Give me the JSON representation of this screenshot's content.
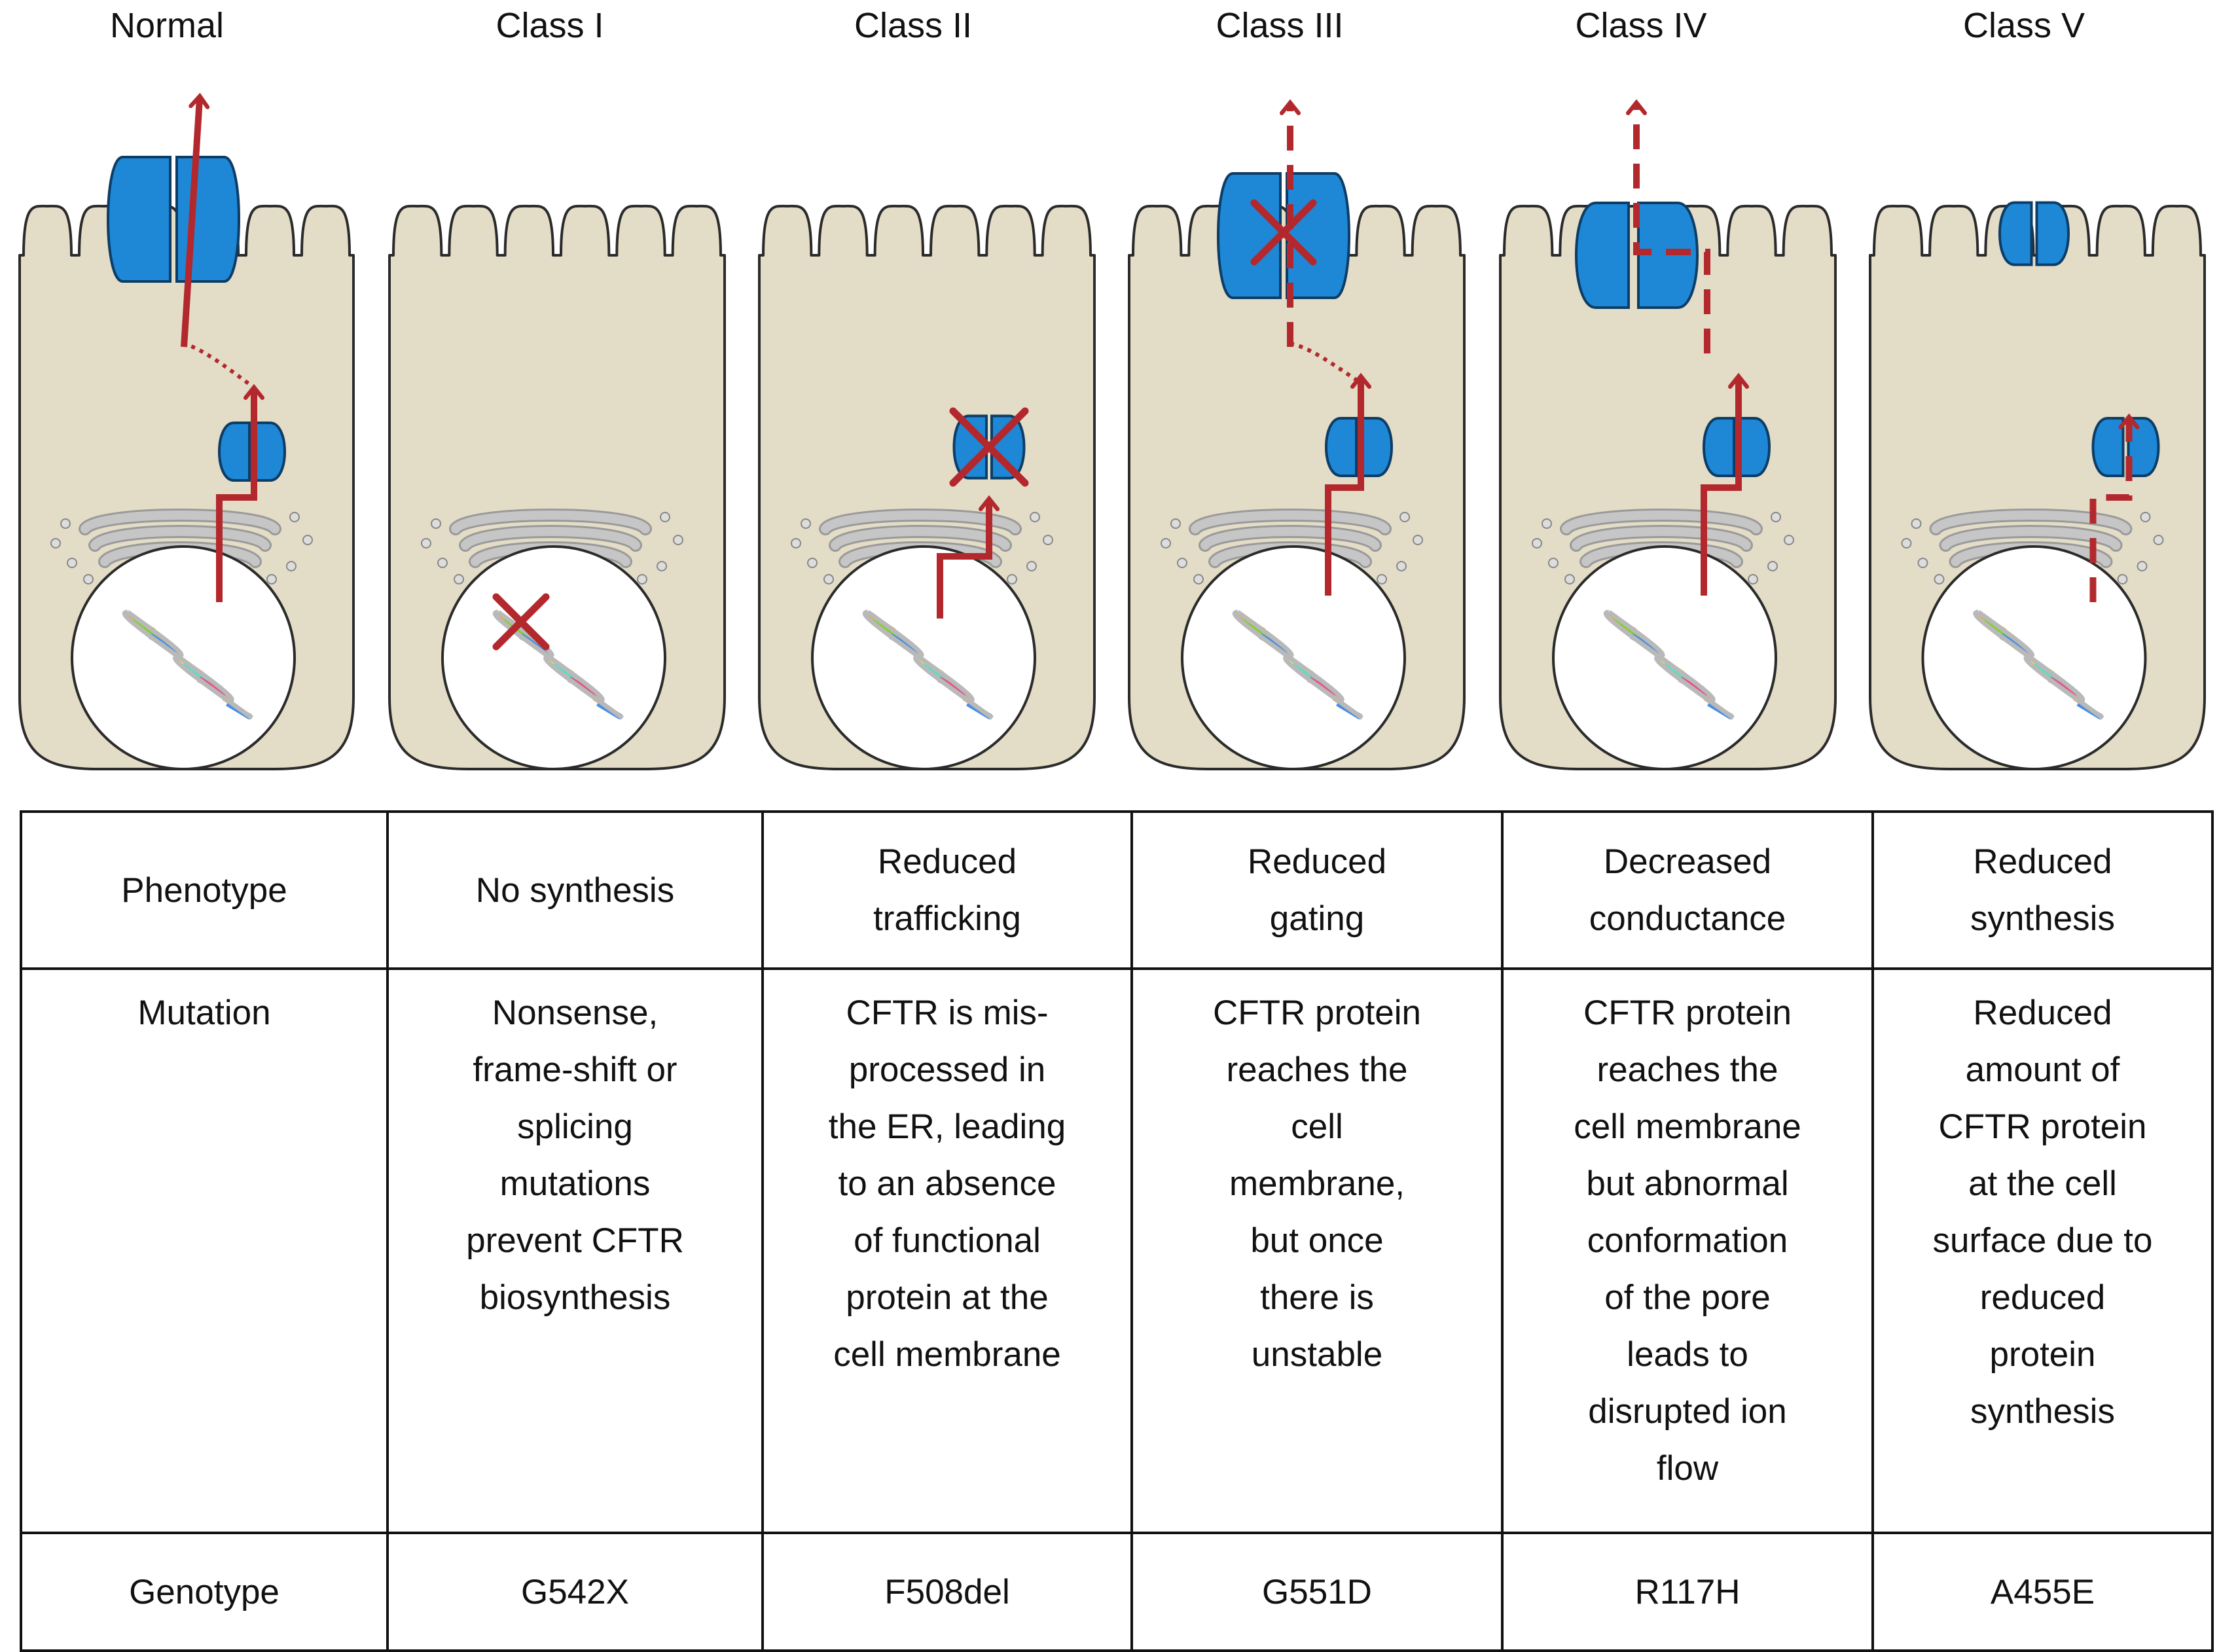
{
  "headers": [
    "Normal",
    "Class I",
    "Class II",
    "Class III",
    "Class IV",
    "Class V"
  ],
  "colors": {
    "cell_fill": "#e3dcc6",
    "cell_stroke": "#2b2b2b",
    "protein_fill": "#1e88d6",
    "arrow": "#b3282d",
    "golgi": "#c6c6c6",
    "nucleus": "#ffffff"
  },
  "cells": [
    {
      "status": "normal",
      "icons": [
        "dna-icon",
        "golgi-icon",
        "cftr-channel-icon",
        "arrow-icon"
      ]
    },
    {
      "status": "no-synthesis",
      "icons": [
        "dna-icon",
        "golgi-icon",
        "x-mark-icon"
      ]
    },
    {
      "status": "blocked-trafficking",
      "icons": [
        "dna-icon",
        "golgi-icon",
        "cftr-channel-icon",
        "x-mark-icon"
      ]
    },
    {
      "status": "blocked-gating",
      "icons": [
        "dna-icon",
        "golgi-icon",
        "cftr-channel-icon",
        "x-mark-icon",
        "dashed-arrow-icon"
      ]
    },
    {
      "status": "reduced-conductance",
      "icons": [
        "dna-icon",
        "golgi-icon",
        "cftr-channel-icon",
        "dashed-arrow-icon"
      ]
    },
    {
      "status": "reduced-synthesis",
      "icons": [
        "dna-icon",
        "golgi-icon",
        "cftr-channel-icon",
        "dashed-arrow-icon"
      ]
    }
  ],
  "table": {
    "rows": [
      {
        "label": "Phenotype",
        "values": [
          [
            "No synthesis"
          ],
          [
            "Reduced",
            "trafficking"
          ],
          [
            "Reduced",
            "gating"
          ],
          [
            "Decreased",
            "conductance"
          ],
          [
            "Reduced",
            "synthesis"
          ]
        ]
      },
      {
        "label": "Mutation",
        "values": [
          [
            "Nonsense,",
            "frame-shift or",
            "splicing",
            "mutations",
            "prevent CFTR",
            "biosynthesis"
          ],
          [
            "CFTR is mis-",
            "processed in",
            "the ER, leading",
            "to an absence",
            "of functional",
            "protein at the",
            "cell membrane"
          ],
          [
            "CFTR protein",
            "reaches the",
            "cell",
            "membrane,",
            "but once",
            "there is",
            "unstable"
          ],
          [
            "CFTR protein",
            "reaches the",
            "cell membrane",
            "but abnormal",
            "conformation",
            "of the pore",
            "leads to",
            "disrupted ion",
            "flow"
          ],
          [
            "Reduced",
            "amount of",
            "CFTR protein",
            "at the cell",
            "surface due to",
            "reduced",
            "protein",
            "synthesis"
          ]
        ]
      },
      {
        "label": "Genotype",
        "values": [
          [
            "G542X"
          ],
          [
            "F508del"
          ],
          [
            "G551D"
          ],
          [
            "R117H"
          ],
          [
            "A455E"
          ]
        ]
      }
    ]
  }
}
